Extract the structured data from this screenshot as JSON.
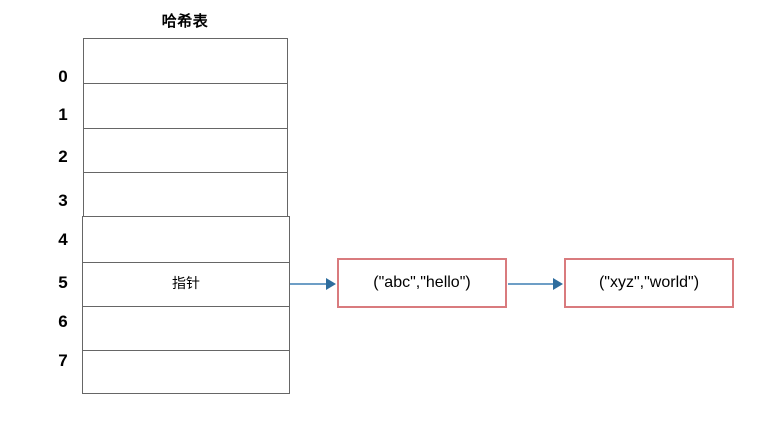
{
  "diagram": {
    "title": "哈希表",
    "table": {
      "slots": [
        {
          "index": "0",
          "content": ""
        },
        {
          "index": "1",
          "content": ""
        },
        {
          "index": "2",
          "content": ""
        },
        {
          "index": "3",
          "content": ""
        },
        {
          "index": "4",
          "content": ""
        },
        {
          "index": "5",
          "content": "指针"
        },
        {
          "index": "6",
          "content": ""
        },
        {
          "index": "7",
          "content": ""
        }
      ]
    },
    "chain": {
      "nodes": [
        {
          "label": "(\"abc\",\"hello\")"
        },
        {
          "label": "(\"xyz\",\"world\")"
        }
      ]
    },
    "colors": {
      "table_border": "#666666",
      "node_border": "#d97b7e",
      "arrow": "#6d9ec6",
      "arrow_head": "#2e6d9e",
      "text": "#000000",
      "background": "#ffffff"
    }
  }
}
